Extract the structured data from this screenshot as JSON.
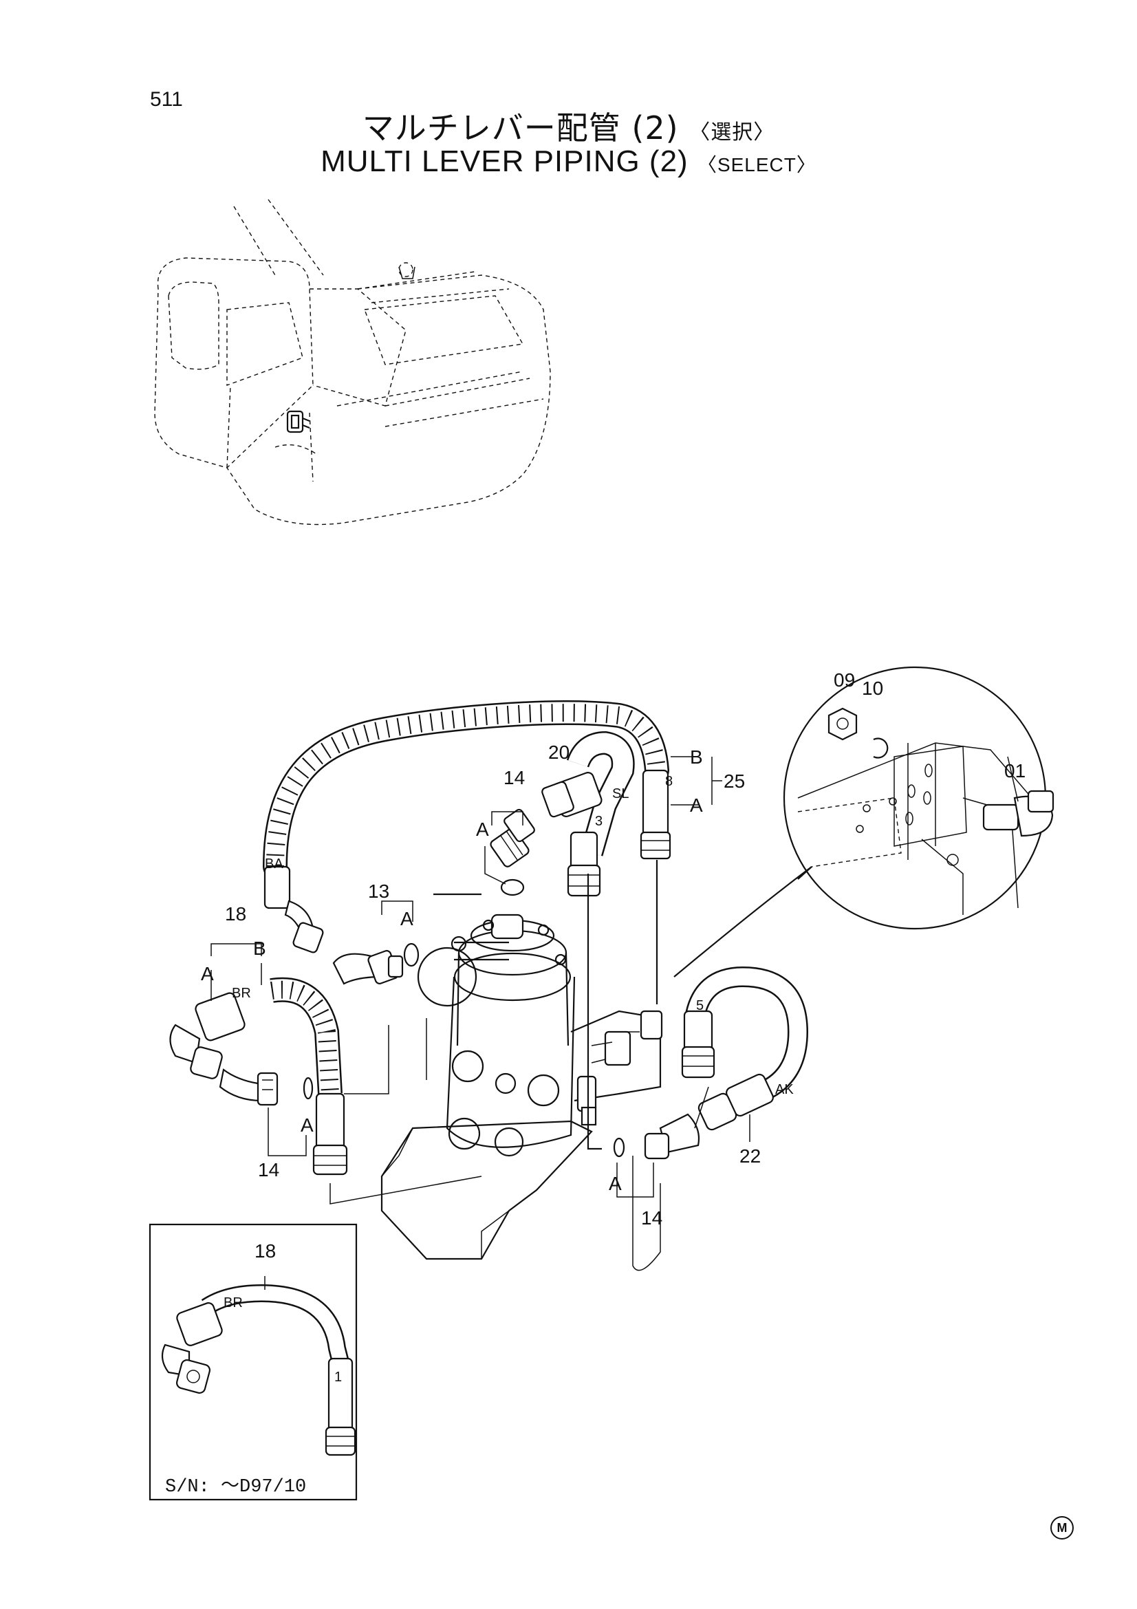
{
  "page": {
    "number": "511",
    "title_jp": "マルチレバー配管 (2)",
    "title_jp_qualifier": "〈選択〉",
    "title_en": "MULTI LEVER PIPING (2)",
    "title_en_qualifier": "〈SELECT〉",
    "corner_mark": "M"
  },
  "callouts": [
    "09",
    "10",
    "01",
    "20",
    "14",
    "SL",
    "3",
    "8",
    "B",
    "25",
    "A",
    "A",
    "BA",
    "13",
    "A",
    "18",
    "A",
    "B",
    "BR",
    "A",
    "14",
    "5",
    "AK",
    "22",
    "A",
    "14"
  ],
  "inset": {
    "part_number": "18",
    "hose_end_label": "BR",
    "fitting_mark": "1",
    "serial_note": "S/N: ～D97/10"
  }
}
